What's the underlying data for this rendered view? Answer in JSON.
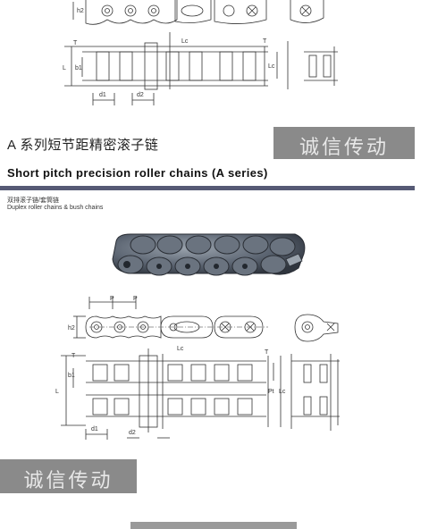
{
  "heading": {
    "cn": "A 系列短节距精密滚子链",
    "en": "Short pitch precision roller chains (A series)"
  },
  "subheading": {
    "cn": "双排滚子链/套筒链",
    "en": "Duplex roller chains & bush chains"
  },
  "watermark": "诚信传动",
  "dim_labels": {
    "h2": "h2",
    "T": "T",
    "L": "L",
    "b1": "b1",
    "Lc": "Lc",
    "d1": "d1",
    "d2": "d2",
    "P": "P",
    "Pt": "Pt"
  },
  "colors": {
    "rule": "#565a75",
    "watermark_bg": "#8a8a8a",
    "line": "#333333",
    "chain_photo": "#5c6572"
  }
}
